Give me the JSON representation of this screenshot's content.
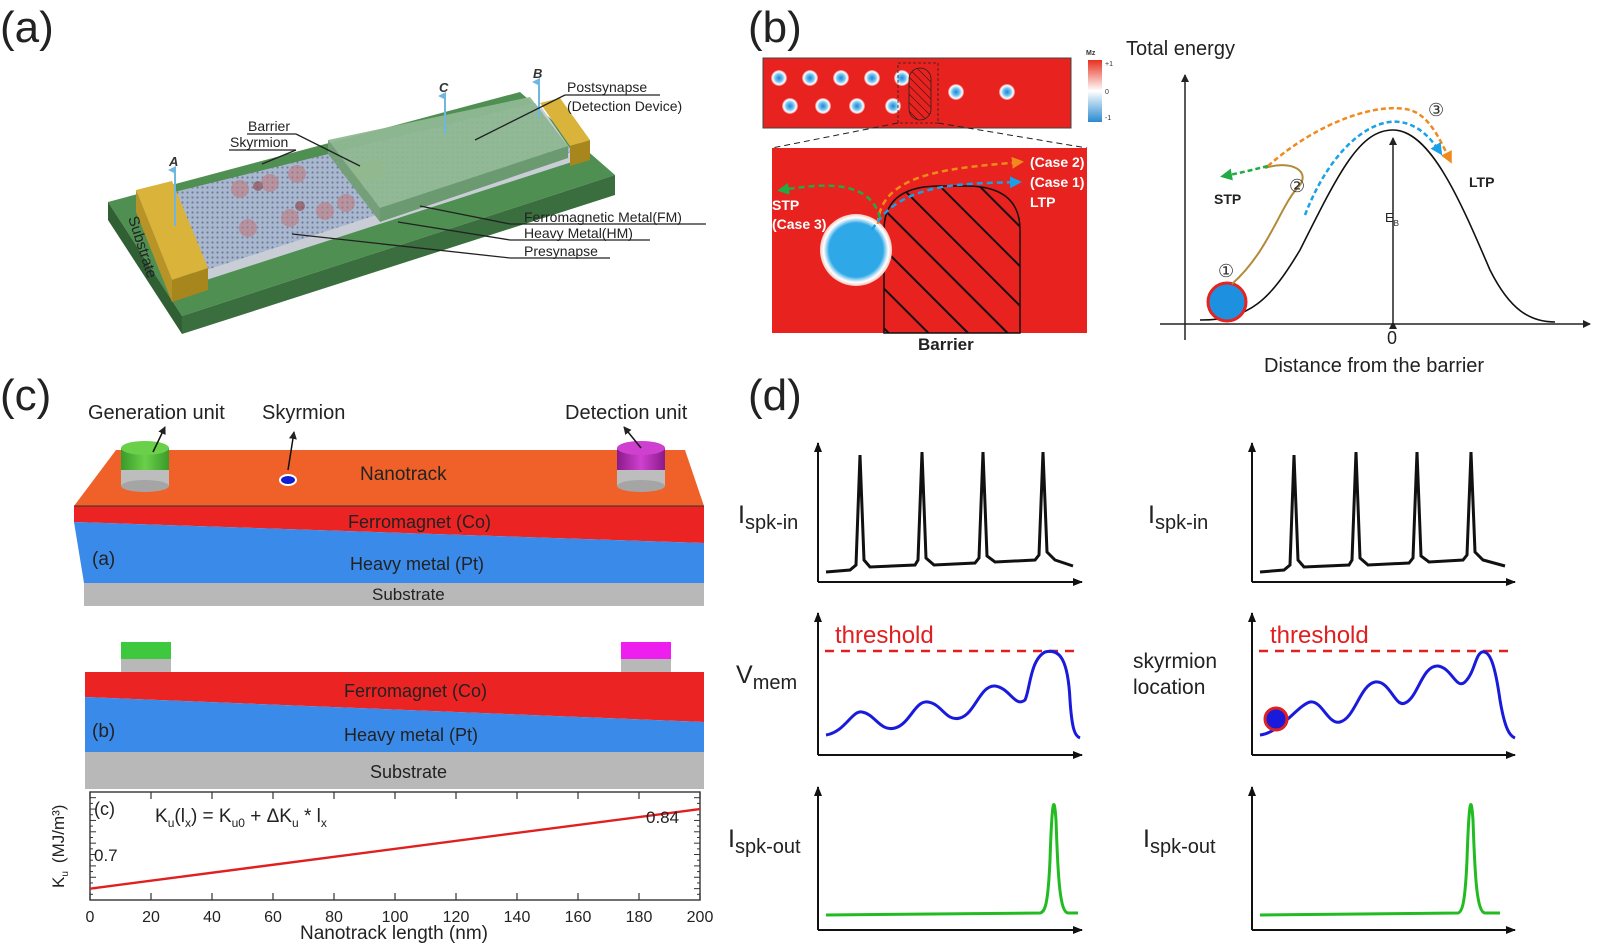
{
  "panel_a": {
    "label": "(a)",
    "substrate": "Substrate",
    "barrier": "Barrier",
    "skyrmion": "Skyrmion",
    "postsynapse": "Postsynapse",
    "detection_device": "(Detection Device)",
    "fm": "Ferromagnetic Metal(FM)",
    "hm": "Heavy Metal(HM)",
    "presynapse": "Presynapse",
    "arrow_a": "A",
    "arrow_b": "B",
    "arrow_c": "C"
  },
  "panel_b": {
    "label": "(b)",
    "colorbar_title": "Mz",
    "colorbar_ticks": [
      "+1",
      "0",
      "-1"
    ],
    "case2": "(Case 2)",
    "case1": "(Case 1)",
    "ltp": "LTP",
    "stp": "STP",
    "case3": "(Case 3)",
    "barrier": "Barrier",
    "energy_title": "Total energy",
    "ltp_right": "LTP",
    "stp_right": "STP",
    "eb_main": "E",
    "eb_sub": "B",
    "zero": "0",
    "xlabel": "Distance from the barrier",
    "circ1": "①",
    "circ2": "②",
    "circ3": "③"
  },
  "panel_c": {
    "label": "(c)",
    "generation_unit": "Generation unit",
    "skyrmion": "Skyrmion",
    "detection_unit": "Detection unit",
    "nanotrack": "Nanotrack",
    "ferromagnet": "Ferromagnet (Co)",
    "heavy_metal": "Heavy metal (Pt)",
    "substrate": "Substrate",
    "sub_a": "(a)",
    "sub_b": "(b)",
    "sub_c": "(c)"
  },
  "chart_data": {
    "type": "line",
    "title": "",
    "equation": "K<sub>u</sub>(l<sub>x</sub>) = K<sub>u0</sub> + ΔK<sub>u</sub> * l<sub>x</sub>",
    "xlabel": "Nanotrack length (nm)",
    "ylabel_main": "K",
    "ylabel_sub": "u",
    "ylabel_unit": "(MJ/m³)",
    "xlim": [
      0,
      200
    ],
    "ylim": [
      0.68,
      0.87
    ],
    "x_ticks": [
      "0",
      "20",
      "40",
      "60",
      "80",
      "100",
      "120",
      "140",
      "160",
      "180",
      "200"
    ],
    "x": [
      0,
      200
    ],
    "y": [
      0.7,
      0.84
    ],
    "label_start": "0.7",
    "label_end": "0.84",
    "line_color": "#e02020"
  },
  "panel_d": {
    "label": "(d)",
    "left": {
      "top": {
        "main": "I",
        "sub": "spk-in"
      },
      "mid": {
        "main": "V",
        "sub": "mem"
      },
      "bot": {
        "main": "I",
        "sub": "spk-out"
      }
    },
    "right": {
      "top": {
        "main": "I",
        "sub": "spk-in"
      },
      "mid_line1": "skyrmion",
      "mid_line2": "location",
      "bot": {
        "main": "I",
        "sub": "spk-out"
      }
    },
    "threshold": "threshold",
    "colors": {
      "spike_in": "#111111",
      "membrane": "#1a1adc",
      "spike_out": "#22bb22",
      "threshold": "#e02020"
    }
  }
}
